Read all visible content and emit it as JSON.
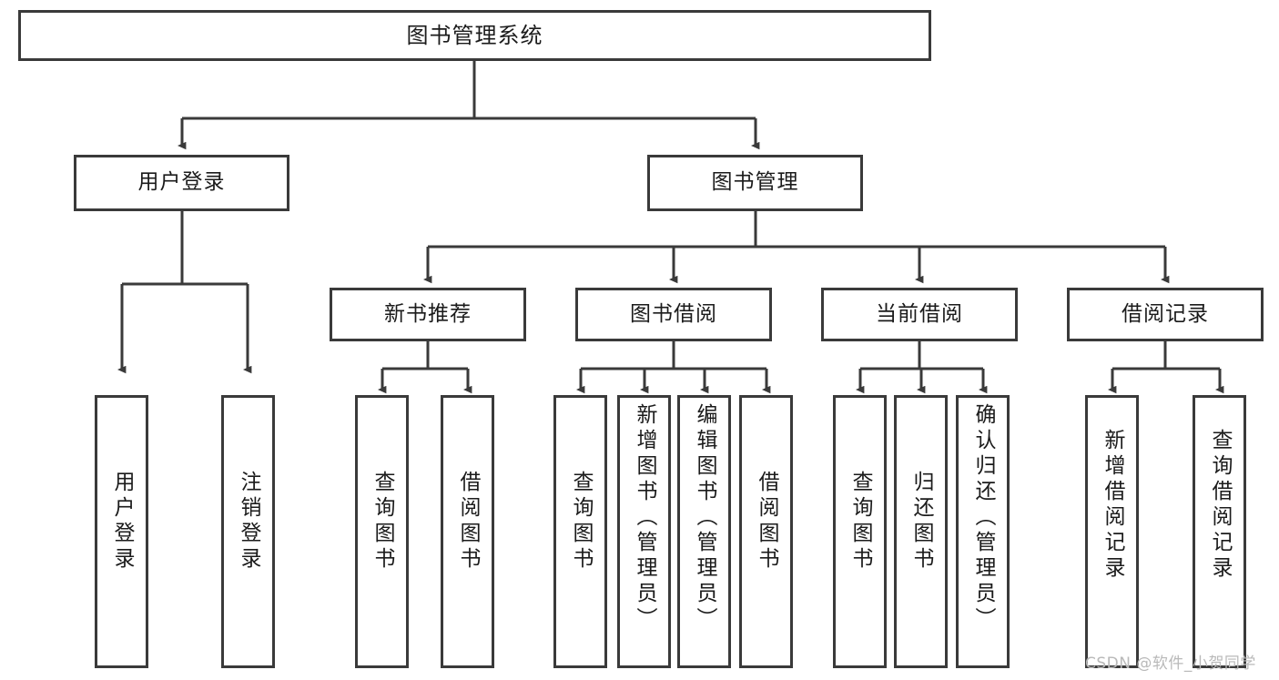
{
  "diagram": {
    "title": "图书管理系统",
    "type": "tree-hierarchy-diagram",
    "watermark": "CSDN @软件_小贺同学",
    "colors": {
      "node_border": "#3a3a3a",
      "node_fill": "#ffffff",
      "connector": "#3a3a3a",
      "text": "#1b1b1b",
      "watermark": "#b9b9b9",
      "background": "#ffffff"
    },
    "root": {
      "label": "图书管理系统"
    },
    "level2": [
      {
        "label": "用户登录"
      },
      {
        "label": "图书管理"
      }
    ],
    "level3": [
      {
        "label": "新书推荐"
      },
      {
        "label": "图书借阅"
      },
      {
        "label": "当前借阅"
      },
      {
        "label": "借阅记录"
      }
    ],
    "leaves": {
      "user_login": [
        {
          "label": "用户登录"
        },
        {
          "label": "注销登录"
        }
      ],
      "new_book_recommend": [
        {
          "label": "查询图书"
        },
        {
          "label": "借阅图书"
        }
      ],
      "book_borrow": [
        {
          "label": "查询图书"
        },
        {
          "label": "新增图书（管理员）"
        },
        {
          "label": "编辑图书（管理员）"
        },
        {
          "label": "借阅图书"
        }
      ],
      "current_borrow": [
        {
          "label": "查询图书"
        },
        {
          "label": "归还图书"
        },
        {
          "label": "确认归还（管理员）"
        }
      ],
      "borrow_record": [
        {
          "label": "新增借阅记录"
        },
        {
          "label": "查询借阅记录"
        }
      ]
    }
  }
}
